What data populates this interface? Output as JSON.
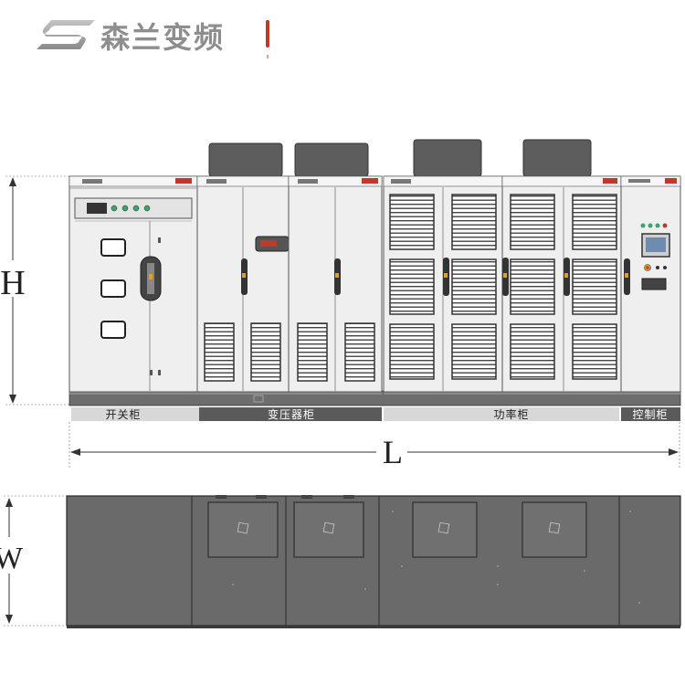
{
  "brand": {
    "name": "森兰变频",
    "logo_icon": "s-swoosh-logo-icon",
    "accent_color": "#c0392b",
    "logo_color": "#9a9a9a"
  },
  "dimensions": {
    "height": "H",
    "length": "L",
    "width": "W"
  },
  "sections": [
    {
      "label": "开关柜"
    },
    {
      "label": "变压器柜"
    },
    {
      "label": "功率柜"
    },
    {
      "label": "控制柜"
    }
  ],
  "colors": {
    "cabinet_body": "#efefef",
    "cabinet_outline": "#555555",
    "fan_housing": "#5a5a5a",
    "base_plinth": "#6b6b6b",
    "label_bar_dark": "#555555",
    "label_bar_light": "#d8d8d8",
    "top_view_fill": "#6a6a6a"
  }
}
